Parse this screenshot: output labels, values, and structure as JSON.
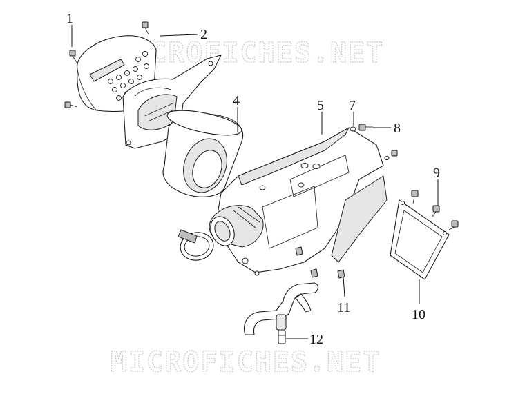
{
  "watermark": {
    "top_text": "MICROFICHES.NET",
    "bottom_text": "MICROFICHES.NET"
  },
  "callouts": [
    {
      "id": "1",
      "label": "1"
    },
    {
      "id": "2",
      "label": "2"
    },
    {
      "id": "4",
      "label": "4"
    },
    {
      "id": "5",
      "label": "5"
    },
    {
      "id": "7",
      "label": "7"
    },
    {
      "id": "8",
      "label": "8"
    },
    {
      "id": "9",
      "label": "9"
    },
    {
      "id": "10",
      "label": "10"
    },
    {
      "id": "11",
      "label": "11"
    },
    {
      "id": "12",
      "label": "12"
    }
  ]
}
